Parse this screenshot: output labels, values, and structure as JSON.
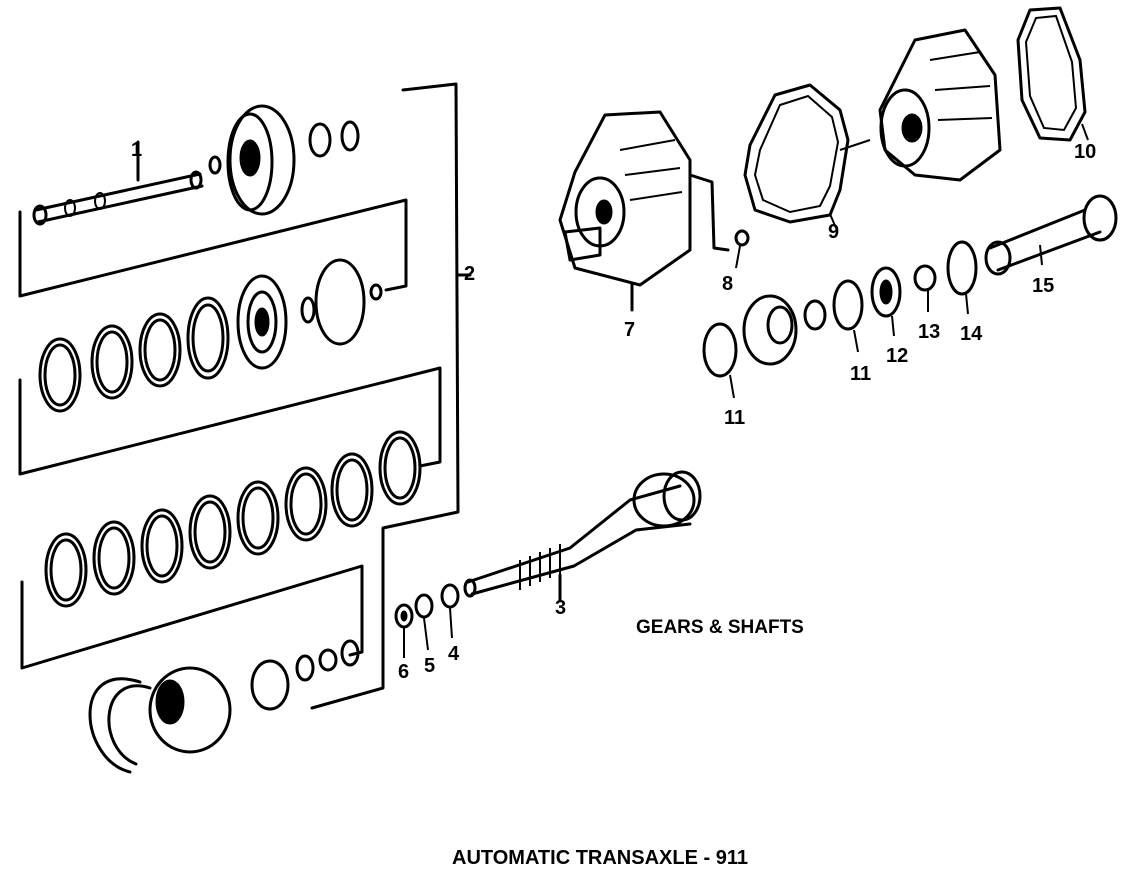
{
  "diagram": {
    "caption": "AUTOMATIC TRANSAXLE - 911",
    "section_heading": "GEARS & SHAFTS",
    "part_numbers": [
      "1",
      "2",
      "3",
      "4",
      "5",
      "6",
      "7",
      "8",
      "9",
      "10",
      "11",
      "11",
      "12",
      "13",
      "14",
      "15"
    ]
  }
}
